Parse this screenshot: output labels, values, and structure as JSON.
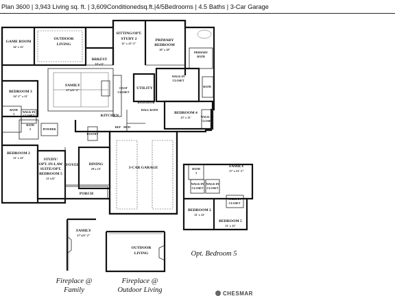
{
  "header": {
    "text": "Plan 3600 | 3,943 Living sq. ft. | 3,609Conditionedsq.ft.|4/5Bedrooms | 4.5 Baths | 3-Car Garage"
  },
  "rooms": {
    "game_room": {
      "name": "GAME ROOM",
      "dim": "14' x 15'"
    },
    "outdoor_living": {
      "name1": "OUTDOOR",
      "name2": "LIVING"
    },
    "sitting_study": {
      "name1": "SITTING/OPT.",
      "name2": "STUDY 2",
      "dim": "11' x 12'-2\""
    },
    "primary_bedroom": {
      "name1": "PRIMARY",
      "name2": "BEDROOM",
      "dim": "18' x 18'"
    },
    "primary_bath": {
      "name1": "PRIMARY",
      "name2": "BATH"
    },
    "brkfst": {
      "name": "BRKFST",
      "dim": "10'x13'"
    },
    "family": {
      "name": "FAMILY",
      "dim": "17'x21'-2\""
    },
    "utility": {
      "name": "UTILITY"
    },
    "walkin_closet_main": {
      "name1": "WALK-IN",
      "name2": "CLOSET"
    },
    "bedroom3": {
      "name": "BEDROOM 3",
      "dim": "14'-2\" x 11'"
    },
    "bath3": {
      "name1": "BATH",
      "name2": "3"
    },
    "walkin_b3": {
      "name1": "WALK-IN",
      "name2": "CLOSET"
    },
    "bath2": {
      "name1": "BATH",
      "name2": "2"
    },
    "powder": {
      "name": "POWDER"
    },
    "kitchen": {
      "name": "KITCHEN"
    },
    "pantry": {
      "name": "PANTRY"
    },
    "bedroom4": {
      "name": "BEDROOM 4",
      "dim": "13' x 11'"
    },
    "bath4": {
      "name": "BATH"
    },
    "walkin_b4": {
      "name1": "WALK-IN",
      "name2": "CLOSET"
    },
    "hall_bath": {
      "name": "HALL BATH"
    },
    "bath_door": {
      "name": "BATH DOOR"
    },
    "coat_closet": {
      "name1": "COAT",
      "name2": "CLOSET"
    },
    "opt_ref": {
      "name": "REF"
    },
    "opt_mud": {
      "name": "MUD"
    },
    "bedroom2": {
      "name": "BEDROOM 2",
      "dim": "11' x 13'"
    },
    "study": {
      "name1": "STUDY/",
      "name2": "OPT. IN-LAW",
      "name3": "SUITE/OPT.",
      "name4": "BEDROOM 5",
      "dim": "11'x13'"
    },
    "foyer": {
      "name": "FOYER"
    },
    "dining": {
      "name": "DINING",
      "dim": "10'x 13'"
    },
    "porch": {
      "name": "PORCH"
    },
    "garage": {
      "name": "3-CAR GARAGE"
    }
  },
  "opt_bedroom5": {
    "bath3": {
      "name1": "BATH",
      "name2": "3"
    },
    "family": {
      "name": "FAMILY",
      "dim": "17' x 21'-2\""
    },
    "walkin_a": {
      "name1": "WALK-IN",
      "name2": "CLOSET"
    },
    "walkin_b": {
      "name1": "WALK-IN",
      "name2": "CLOSET"
    },
    "walkin_c": {
      "name1": "WALK-IN",
      "name2": "CLOSET"
    },
    "bedroom2": {
      "name": "BEDROOM 2",
      "dim": "11' x 13'"
    },
    "bedroom5": {
      "name": "BEDROOM 5",
      "dim": "11' x 13'"
    },
    "caption": "Opt. Bedroom 5"
  },
  "fireplace_family": {
    "room": {
      "name": "FAMILY",
      "dim": "17'x21'-2\""
    },
    "caption1": "Fireplace @",
    "caption2": "Family"
  },
  "fireplace_outdoor": {
    "room": {
      "name1": "OUTDOOR",
      "name2": "LIVING"
    },
    "caption1": "Fireplace @",
    "caption2": "Outdoor Living"
  },
  "logo": {
    "text": "CHESMAR"
  }
}
